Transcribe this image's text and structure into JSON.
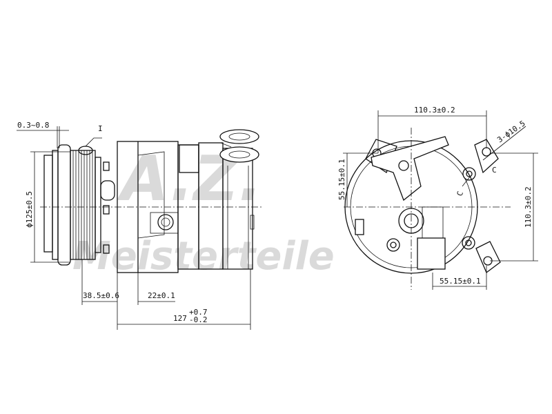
{
  "watermark": {
    "logo_text": "A.Z. Meisterteile",
    "color": "#bdbdbd"
  },
  "side_view": {
    "gap": "0.3~0.8",
    "detail_label": "I",
    "pulley_diameter": "ϕ125±0.5",
    "pulley_offset": "38.5±0.6",
    "port_offset": "22±0.1",
    "length_nominal": "127",
    "length_tol_upper": "+0.7",
    "length_tol_lower": "-0.2"
  },
  "rear_view": {
    "mount_width": "110.3±0.2",
    "mount_height": "110.3±0.2",
    "holes": "3-ϕ10.5",
    "offset_vertical": "55.15±0.1",
    "offset_horizontal": "55.15±0.1",
    "section_label_1": "C",
    "section_label_2": "C"
  }
}
